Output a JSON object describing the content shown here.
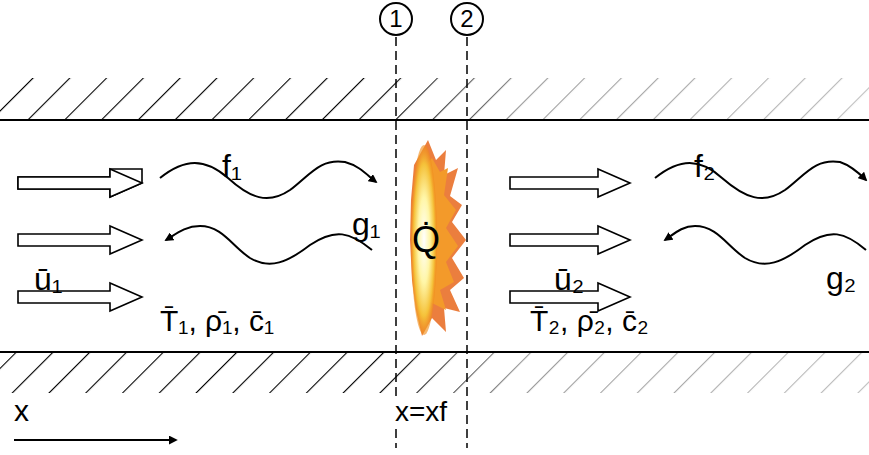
{
  "diagram": {
    "nodes": [
      {
        "text": [
          "1"
        ]
      },
      {
        "text": [
          "2"
        ]
      }
    ],
    "labels": [
      "f₁",
      "g₁",
      "Q̇",
      "ū₁",
      "T̄₁, ρ̄₁, c̄₁",
      "f₂",
      "g₂",
      "ū₂",
      "T̄₂, ρ̄₂, c̄₂",
      "x",
      "x=xf"
    ]
  }
}
